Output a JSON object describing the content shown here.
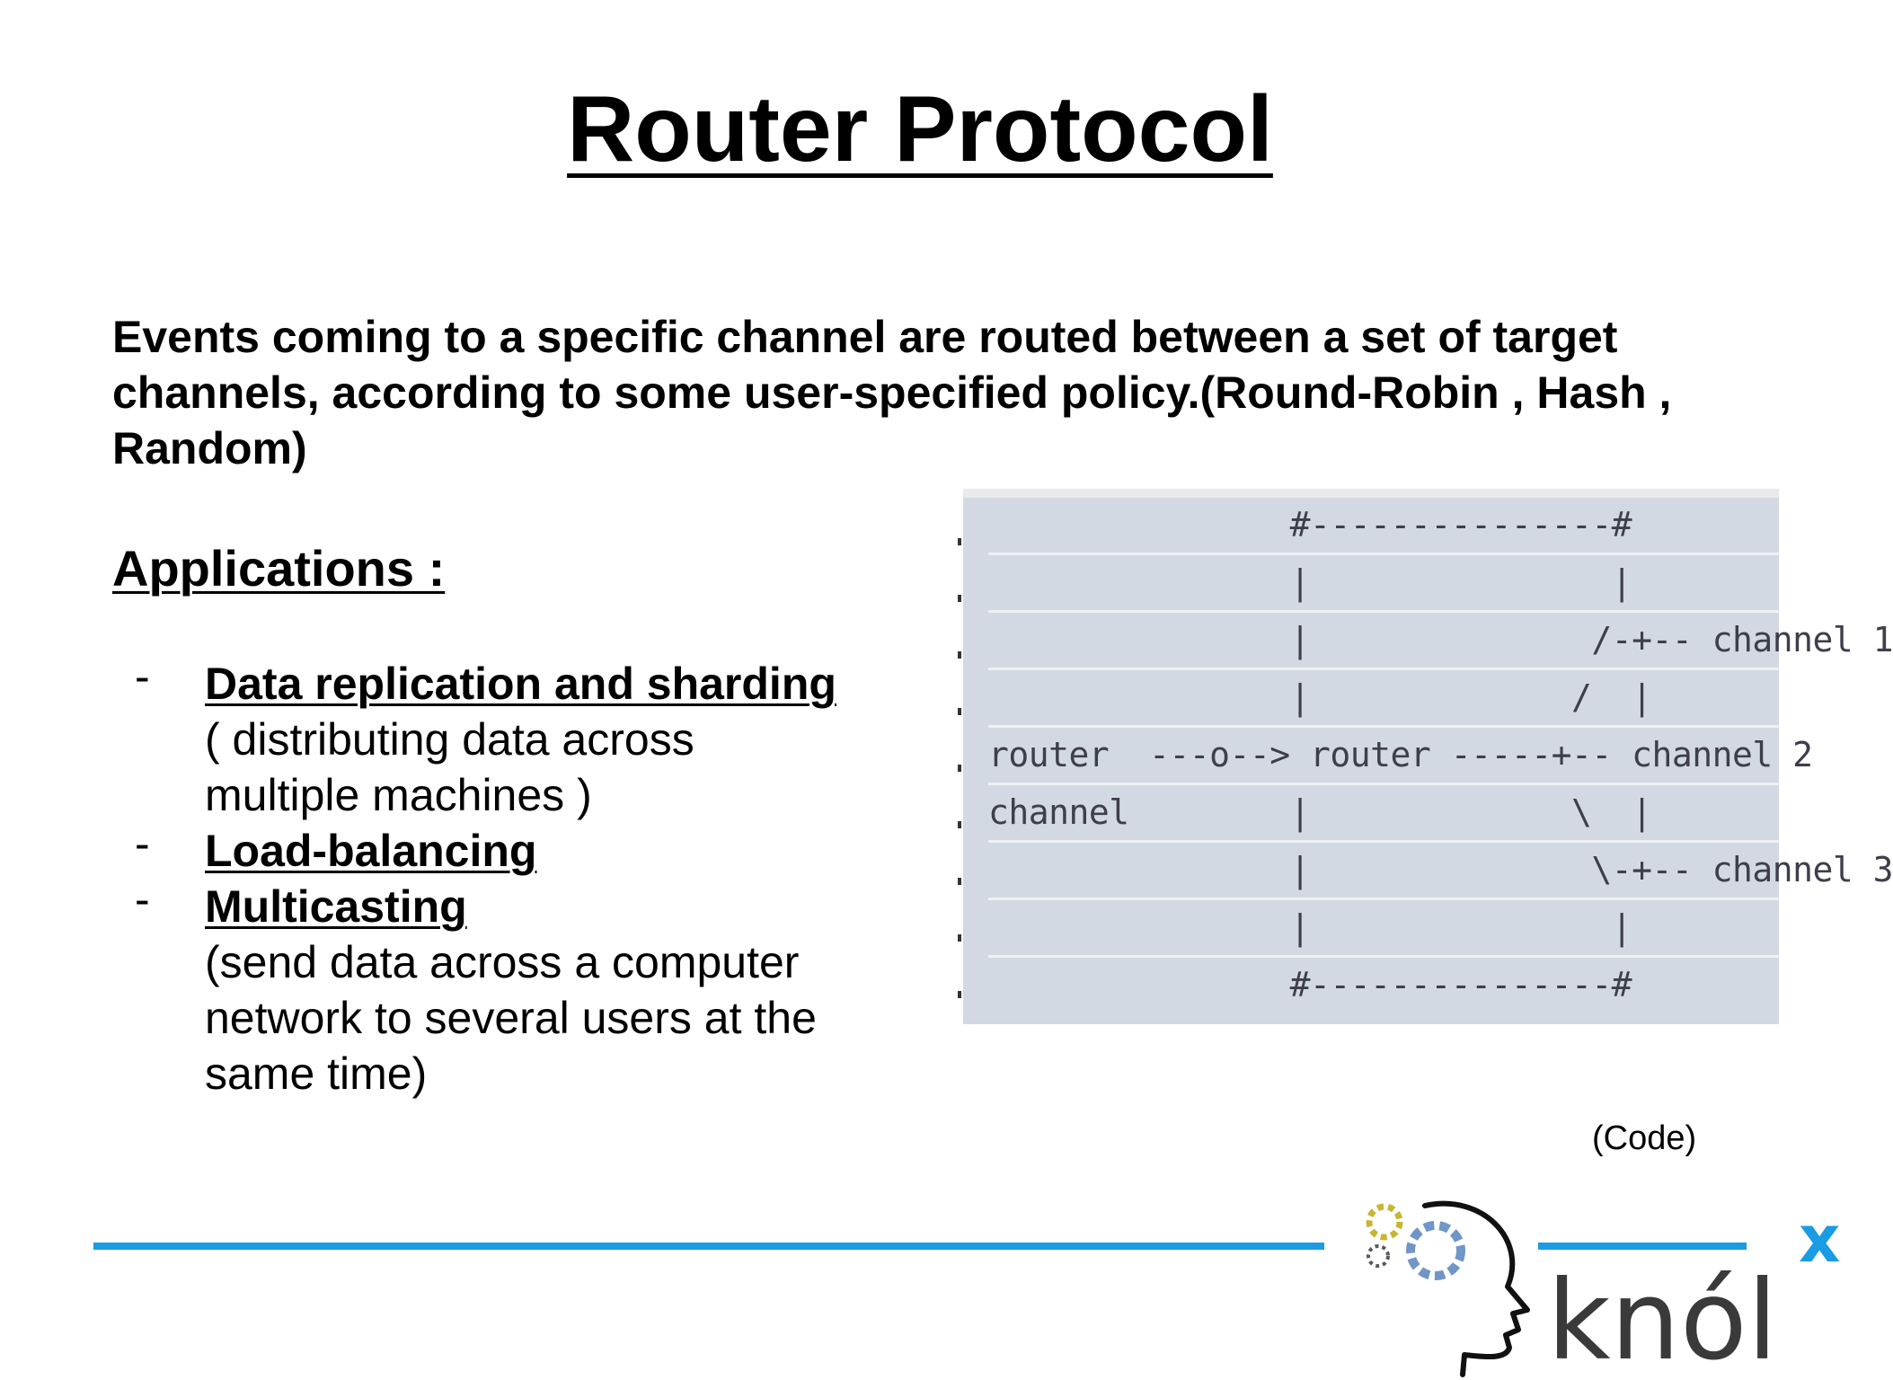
{
  "slide": {
    "title": "Router Protocol",
    "intro": "Events coming to a specific channel are routed between a set of target channels, according to some user-specified policy.(Round-Robin , Hash , Random)",
    "applications_heading": "Applications :",
    "applications": [
      {
        "bullet": "-",
        "name": "Data replication and sharding",
        "description": "( distributing data across\n multiple machines )"
      },
      {
        "bullet": "-",
        "name": "Load-balancing",
        "description": ""
      },
      {
        "bullet": "-",
        "name": "Multicasting",
        "description": "(send data across a computer\nnetwork to several users at the\nsame time)"
      }
    ],
    "code_link": "(Code)"
  },
  "diagram": {
    "rows": [
      "               #---------------#",
      "               |               |",
      "               |              /-+-- channel 1",
      "               |             /  |",
      "router  ---o--> router -----+-- channel 2",
      "channel        |             \\  |",
      "               |              \\-+-- channel 3",
      "               |               |",
      "               #---------------#"
    ]
  },
  "logo": {
    "text": "knól",
    "superscript": "x",
    "icon": "gear-head-icon"
  },
  "colors": {
    "accent_blue": "#1a9be3",
    "logo_text": "#3a3a3a",
    "diagram_bg": "#d3d9e2"
  }
}
